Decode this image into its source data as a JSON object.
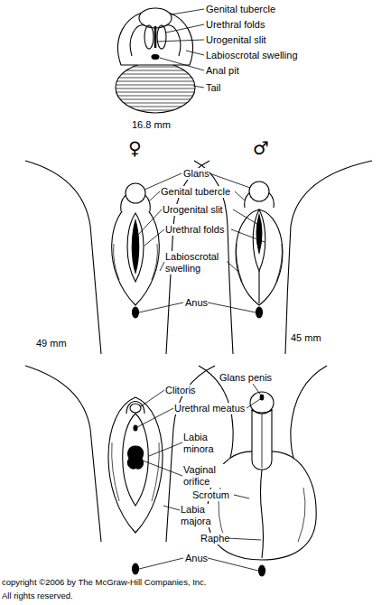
{
  "diagram": {
    "labels": [
      "Genital tubercle",
      "Urethral folds",
      "Urogenital slit",
      "Labioscrotal swelling",
      "Anal pit",
      "Tail",
      "16.8 mm",
      "♀",
      "♂",
      "Glans",
      "Genital tubercle",
      "Urogenital slit",
      "Urethral folds",
      "Labioscrotal swelling",
      "Anus",
      "49 mm",
      "45 mm",
      "Clitoris",
      "Glans penis",
      "Urethral meatus",
      "Labia minora",
      "Vaginal orifice",
      "Scrotum",
      "Labia majora",
      "Raphe",
      "Anus",
      "copyright ©2006 by The McGraw-Hill Companies, Inc. All rights reserved."
    ]
  }
}
